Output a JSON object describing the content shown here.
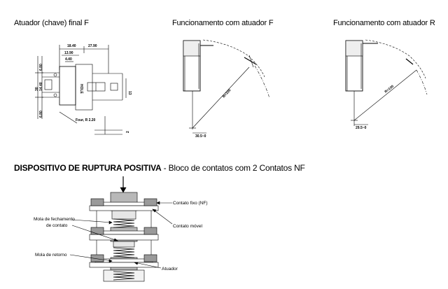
{
  "titles": {
    "actuator": "Atuador (chave) final F",
    "func_f": "Funcionamento com atuador F",
    "func_r": "Funcionamento com atuador R"
  },
  "section": {
    "bold": "DISPOSITIVO DE RUPTURA POSITIVA",
    "rest": " - Bloco de contatos com 2 Contatos NF"
  },
  "drawing_f": {
    "dims": {
      "d1840": "18.40",
      "d2790": "27.90",
      "d1390": "13.90",
      "d440": "4.40",
      "d680a": "6.80",
      "d30": "30",
      "d1440": "14.40",
      "d13": "13",
      "d680b": "6.80",
      "d2": "2",
      "four": "Four, R  2.20",
      "hole": "HOLE"
    }
  },
  "func_f": {
    "radius": "R=100",
    "offset": "30.5~0"
  },
  "func_r": {
    "radius": "R=100",
    "offset": "29.5~0"
  },
  "contact_block": {
    "labels": {
      "contato_fixo": "Contato fixo (NF)",
      "mola_fech_1": "Mola de fechamento",
      "mola_fech_2": "de contato",
      "contato_movel": "Contato móvel",
      "mola_retorno": "Mola de retorno",
      "atuador": "Atuador"
    }
  }
}
